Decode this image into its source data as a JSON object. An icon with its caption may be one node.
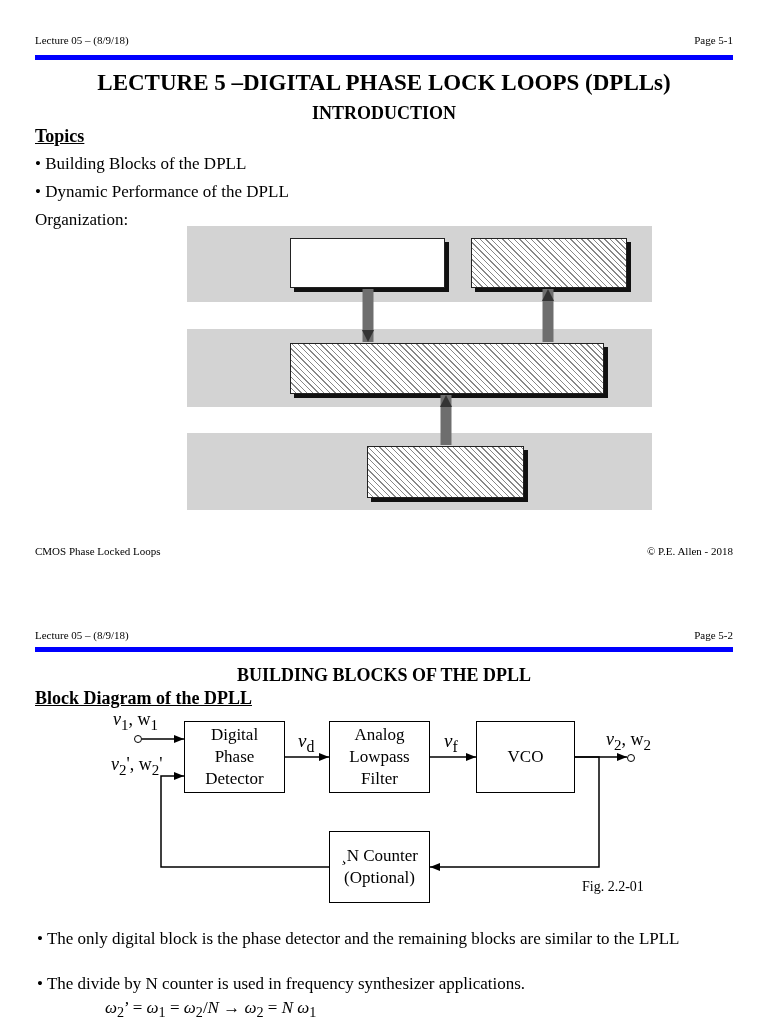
{
  "diagram": {
    "nodes": [
      {
        "text": [],
        "shape": "band"
      },
      {
        "text": [],
        "shape": "box",
        "in": 0
      },
      {
        "text": [],
        "shape": "box",
        "in": 0
      },
      {
        "text": [],
        "shape": "band"
      },
      {
        "text": [],
        "shape": "box",
        "in": 3
      },
      {
        "text": [],
        "shape": "band"
      },
      {
        "text": [],
        "shape": "box",
        "in": 5
      },
      {
        "text": [
          "Digital Phase Detector"
        ]
      },
      {
        "text": [
          "Analog Lowpass Filter"
        ]
      },
      {
        "text": [
          "VCO"
        ]
      },
      {
        "text": [
          "¸N Counter (Optional)"
        ]
      },
      {
        "text": [],
        "shape": "circle",
        "beside": [
          "*v*$_{1}$, w$_{1}$"
        ]
      },
      {
        "text": [],
        "shape": "circle",
        "beside": [
          "*v*$_{2}$, w$_{2}$"
        ]
      }
    ],
    "edges": [
      {
        "from": 1,
        "to": 4,
        "arrow": "to",
        "style": "thick",
        "color": "#6e6e6e"
      },
      {
        "from": 4,
        "to": 2,
        "arrow": "to",
        "style": "thick",
        "color": "#6e6e6e"
      },
      {
        "from": 6,
        "to": 4,
        "arrow": "to",
        "style": "thick",
        "color": "#6e6e6e"
      },
      {
        "from": 11,
        "to": 7,
        "arrow": "to"
      },
      {
        "from": 7,
        "to": 8,
        "arrow": "to",
        "label": "*v*$_{d}$"
      },
      {
        "from": 8,
        "to": 9,
        "arrow": "to",
        "label": "*v*$_{f}$"
      },
      {
        "from": 9,
        "to": 12,
        "arrow": "to"
      },
      {
        "from": 9,
        "to": 10,
        "arrow": "to"
      },
      {
        "from": 10,
        "to": 7,
        "arrow": "to"
      }
    ],
    "labels": [
      "Lecture 05 – (8/9/18)",
      "Page 5-1",
      "LECTURE 5 –DIGITAL PHASE LOCK LOOPS (DPLLs)",
      "INTRODUCTION",
      "Topics",
      "• Building Blocks of the DPLL",
      "• Dynamic Performance of the DPLL",
      "Organization:",
      "CMOS Phase Locked Loops",
      "© P.E. Allen - 2018",
      "Lecture 05 – (8/9/18)",
      "Page 5-2",
      "BUILDING BLOCKS OF THE DPLL",
      "Block Diagram of the DPLL",
      "*v*$_{2}$', w$_{2}$'",
      "Fig. 2.2-01",
      "• The only digital block is the phase detector and the remaining blocks are similar to the LPLL",
      "• The divide by N counter is used in frequency synthesizer applications.",
      "*ω*$_{2}$’ = *ω*$_{1}$ = *ω*$_{2}$/*N*  →  *ω*$_{2}$ = *N ω*$_{1}$"
    ]
  }
}
